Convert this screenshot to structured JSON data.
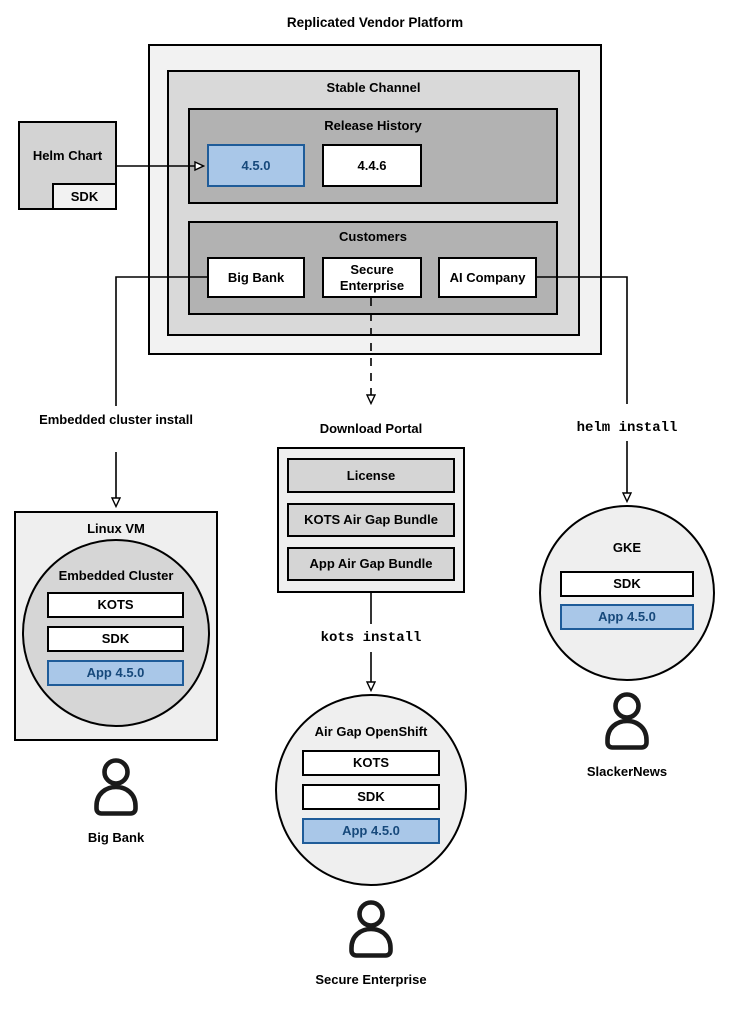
{
  "title": "Replicated Vendor Platform",
  "colors": {
    "platform_bg": "#f2f2f2",
    "channel_bg": "#d9d9d9",
    "group_bg": "#b2b2b2",
    "item_box_bg": "#ffffff",
    "helm_chart_bg": "#d3d3d3",
    "portal_bg": "#efefef",
    "portal_item_bg": "#d5d5d5",
    "host_box_bg": "#efefef",
    "embedded_circle_bg": "#d6d6d6",
    "runtime_circle_bg": "#efefef",
    "highlight_fill": "#a9c7e8",
    "highlight_border": "#1f5c99",
    "highlight_text": "#17497b",
    "line": "#000000"
  },
  "helm_chart": {
    "label": "Helm Chart",
    "sdk": "SDK"
  },
  "platform": {
    "channel": {
      "label": "Stable Channel"
    },
    "release_history": {
      "label": "Release History",
      "releases": [
        {
          "version": "4.5.0",
          "highlighted": true
        },
        {
          "version": "4.4.6",
          "highlighted": false
        }
      ]
    },
    "customers": {
      "label": "Customers",
      "items": [
        {
          "name": "Big Bank"
        },
        {
          "name": "Secure Enterprise"
        },
        {
          "name": "AI Company"
        }
      ]
    }
  },
  "flows": {
    "embedded": {
      "edge_label": "Embedded cluster install",
      "host": {
        "label": "Linux VM"
      },
      "cluster": {
        "label": "Embedded Cluster",
        "components": [
          "KOTS",
          "SDK"
        ],
        "app": "App 4.5.0"
      },
      "user": "Big Bank"
    },
    "airgap": {
      "portal": {
        "label": "Download Portal",
        "items": [
          "License",
          "KOTS Air Gap Bundle",
          "App Air Gap Bundle"
        ]
      },
      "command": "kots install",
      "cluster": {
        "label": "Air Gap OpenShift",
        "components": [
          "KOTS",
          "SDK"
        ],
        "app": "App 4.5.0"
      },
      "user": "Secure Enterprise"
    },
    "helm": {
      "command": "helm install",
      "cluster": {
        "label": "GKE",
        "components": [
          "SDK"
        ],
        "app": "App 4.5.0"
      },
      "user": "SlackerNews"
    }
  }
}
